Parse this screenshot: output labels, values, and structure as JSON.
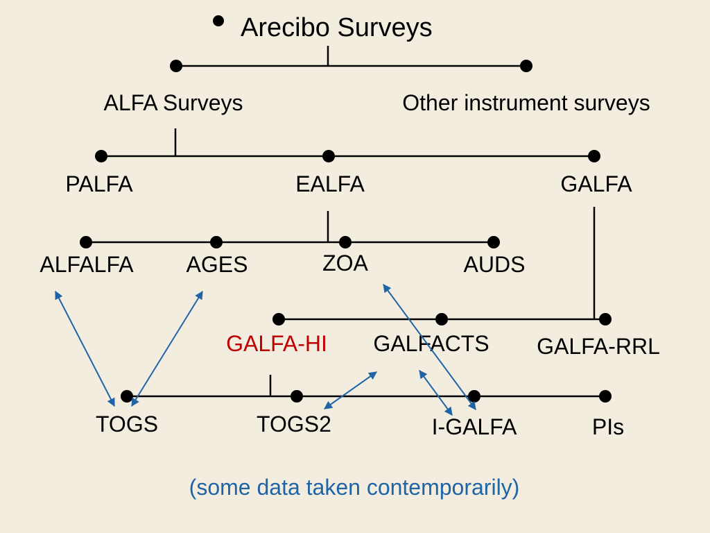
{
  "title": "Arecibo Surveys",
  "level1": {
    "left": "ALFA Surveys",
    "right": "Other instrument surveys"
  },
  "alfa": {
    "palfa": "PALFA",
    "ealfa": "EALFA",
    "galfa": "GALFA"
  },
  "ealfa_children": {
    "alfalfa": "ALFALFA",
    "ages": "AGES",
    "zoa": "ZOA",
    "auds": "AUDS"
  },
  "galfa_children": {
    "galfa_hi": "GALFA-HI",
    "galfacts": "GALFACTS",
    "galfa_rrl": "GALFA-RRL"
  },
  "galfa_hi_children": {
    "togs": "TOGS",
    "togs2": "TOGS2",
    "i_galfa": "I-GALFA",
    "pis": "PIs"
  },
  "footnote": "(some data taken contemporarily)",
  "colors": {
    "background": "#f2eddf",
    "line": "#000000",
    "highlight_text": "#c00000",
    "arrow": "#1f64a6",
    "footnote": "#1f64a6"
  }
}
